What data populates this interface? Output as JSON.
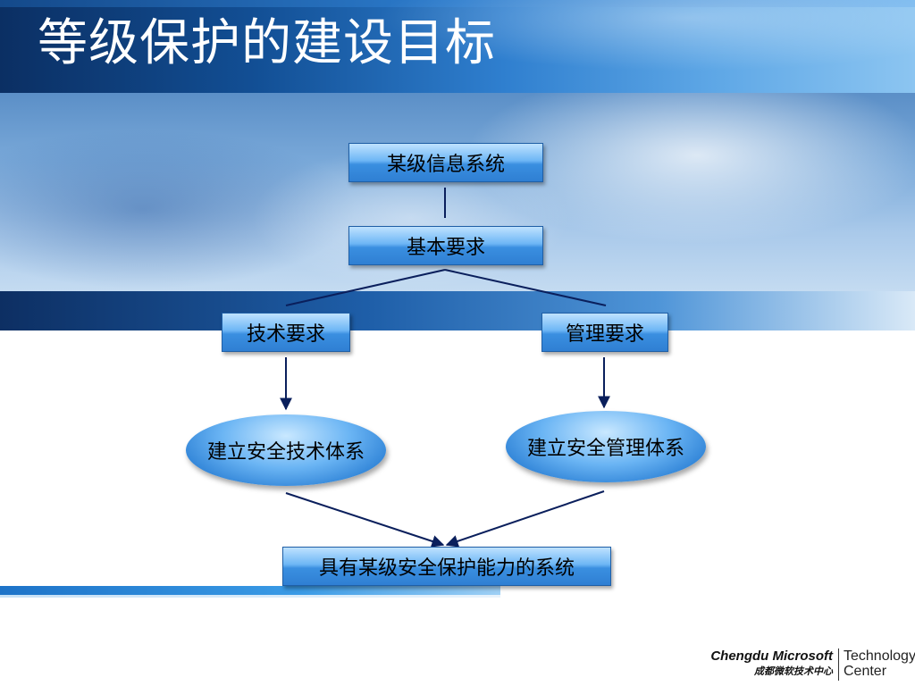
{
  "slide": {
    "title": "等级保护的建设目标"
  },
  "diagram": {
    "top_node": "某级信息系统",
    "requirements_node": "基本要求",
    "tech_node": "技术要求",
    "mgmt_node": "管理要求",
    "tech_system_node": "建立安全技术体系",
    "mgmt_system_node": "建立安全管理体系",
    "result_node": "具有某级安全保护能力的系统",
    "line_color": "#0a1f5c",
    "node_color": "#3a8fe0"
  },
  "logo": {
    "brand": "Chengdu Microsoft",
    "brand_cn": "成都微软技术中心",
    "word1": "Technology",
    "word2": "Center"
  }
}
